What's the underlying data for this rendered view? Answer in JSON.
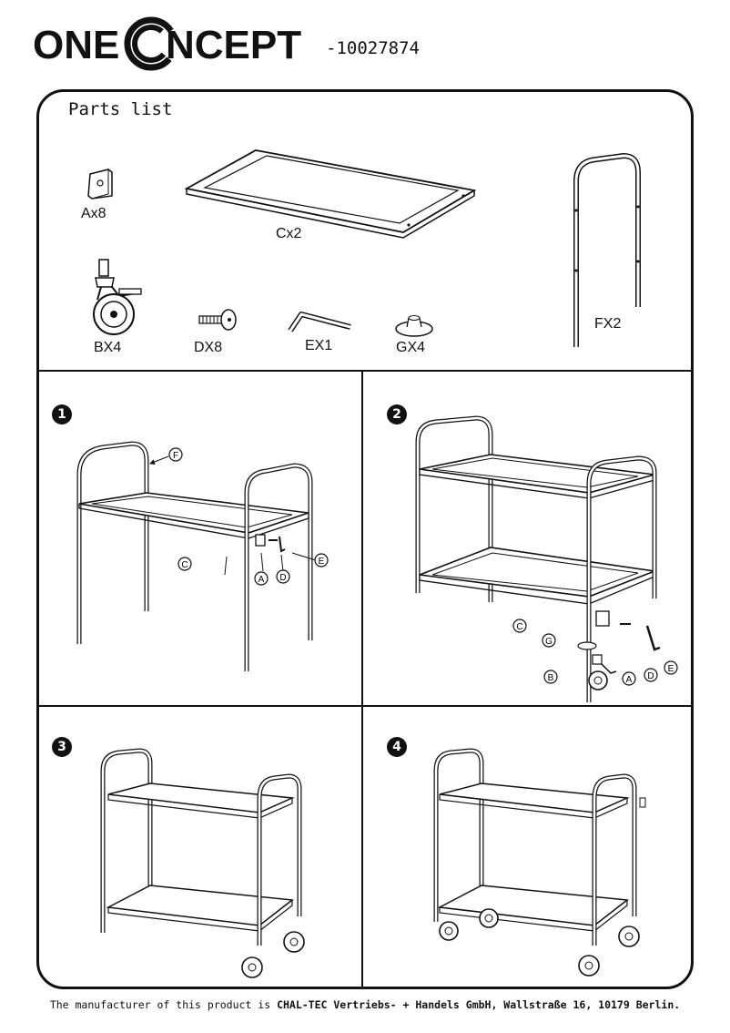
{
  "header": {
    "brand_left": "ONE",
    "brand_right": "NCEPT",
    "model": "-10027874"
  },
  "parts": {
    "title": "Parts list",
    "items": [
      {
        "label": "Ax8"
      },
      {
        "label": "Cx2"
      },
      {
        "label": "FX2"
      },
      {
        "label": "BX4"
      },
      {
        "label": "DX8"
      },
      {
        "label": "EX1"
      },
      {
        "label": "GX4"
      }
    ]
  },
  "steps": {
    "s1": {
      "number": "1",
      "callouts": {
        "F": "F",
        "C": "C",
        "A": "A",
        "D": "D",
        "E": "E"
      }
    },
    "s2": {
      "number": "2",
      "callouts": {
        "C": "C",
        "G": "G",
        "B": "B",
        "A": "A",
        "D": "D",
        "E": "E"
      }
    },
    "s3": {
      "number": "3"
    },
    "s4": {
      "number": "4"
    }
  },
  "footer": {
    "prefix": "The manufacturer of this product is ",
    "company": "CHAL-TEC Vertriebs- + Handels GmbH, Wallstraße 16, 10179 Berlin."
  }
}
